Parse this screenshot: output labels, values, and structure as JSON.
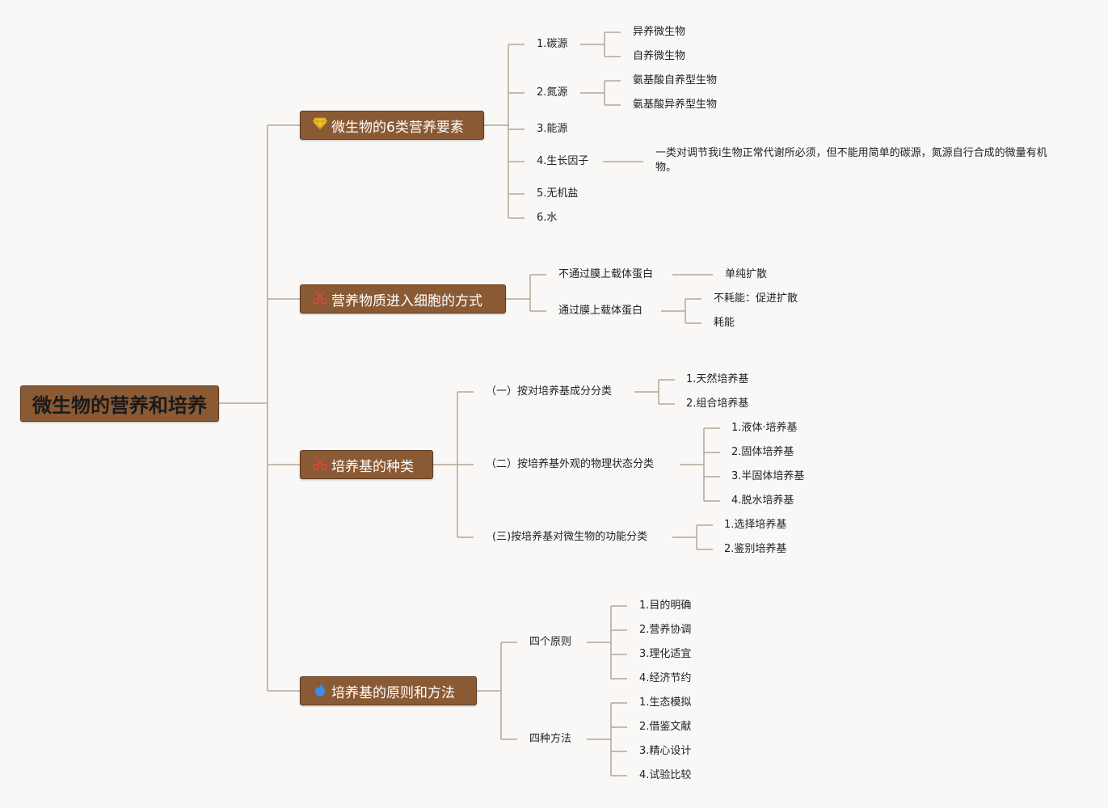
{
  "root": "微生物的营养和培养",
  "branches": {
    "b1": {
      "label": "微生物的6类营养要素",
      "icon": "diamond-icon",
      "items": {
        "carbon": {
          "label": "1.碳源",
          "children": [
            "异养微生物",
            "自养微生物"
          ]
        },
        "nitrogen": {
          "label": "2.氮源",
          "children": [
            "氨基酸自养型生物",
            "氨基酸异养型生物"
          ]
        },
        "energy": {
          "label": "3.能源"
        },
        "growth": {
          "label": "4.生长因子",
          "note": "一类对调节我i生物正常代谢所必须，但不能用简单的碳源，氮源自行合成的微量有机物。"
        },
        "salt": {
          "label": "5.无机盐"
        },
        "water": {
          "label": "6.水"
        }
      }
    },
    "b2": {
      "label": "营养物质进入细胞的方式",
      "icon": "scissors-icon",
      "items": {
        "noCarrier": {
          "label": "不通过膜上载体蛋白",
          "children": [
            "单纯扩散"
          ]
        },
        "carrier": {
          "label": "通过膜上载体蛋白",
          "children": [
            "不耗能：促进扩散",
            "耗能"
          ]
        }
      }
    },
    "b3": {
      "label": "培养基的种类",
      "icon": "scissors-icon",
      "items": {
        "byComponent": {
          "label": "（一）按对培养基成分分类",
          "children": [
            "1.天然培养基",
            "2.组合培养基"
          ]
        },
        "byState": {
          "label": "（二）按培养基外观的物理状态分类",
          "children": [
            "1.液体·培养基",
            "2.固体培养基",
            "3.半固体培养基",
            "4.脱水培养基"
          ]
        },
        "byFunction": {
          "label": "(三)按培养基对微生物的功能分类",
          "children": [
            "1.选择培养基",
            "2.鉴别培养基"
          ]
        }
      }
    },
    "b4": {
      "label": "培养基的原则和方法",
      "icon": "flame-icon",
      "items": {
        "principles": {
          "label": "四个原则",
          "children": [
            "1.目的明确",
            "2.营养协调",
            "3.理化适宜",
            "4.经济节约"
          ]
        },
        "methods": {
          "label": "四种方法",
          "children": [
            "1.生态模拟",
            "2.借鉴文献",
            "3.精心设计",
            "4.试验比较"
          ]
        }
      }
    }
  },
  "colors": {
    "line": "#b5a596",
    "box": "#8a5a35",
    "boxBorder": "#5e3c22",
    "background": "#f9f8f6"
  }
}
